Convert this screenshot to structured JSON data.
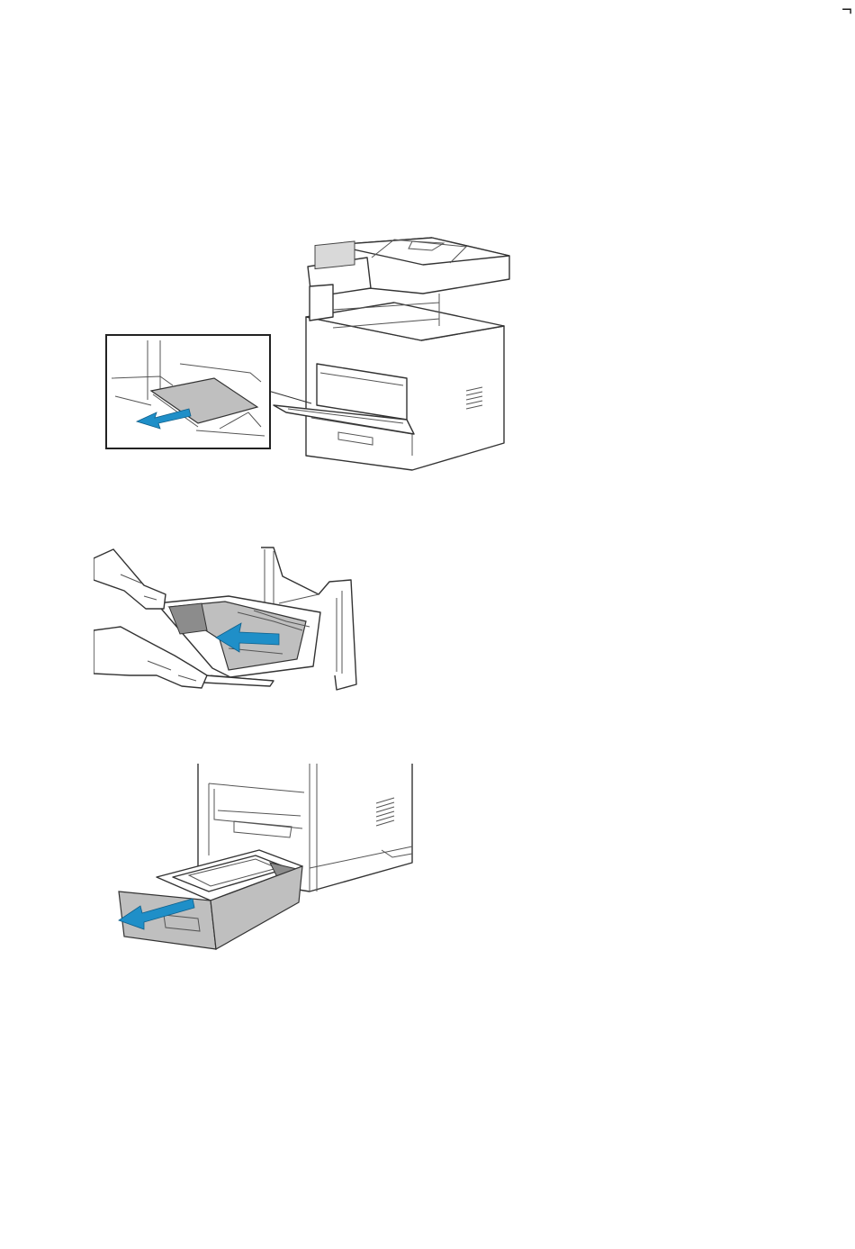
{
  "page": {
    "corner_mark": "¬"
  },
  "colors": {
    "arrow": "#1f8fc8",
    "line_art": "#333333",
    "tray_fill": "#bfbfbf"
  },
  "illustrations": [
    {
      "name": "bypass-tray-paper-removal",
      "icon": "printer-with-bypass-tray-inset"
    },
    {
      "name": "bypass-tray-pull-out",
      "icon": "hands-removing-bypass-tray"
    },
    {
      "name": "paper-tray-pull-out",
      "icon": "printer-paper-tray-drawer"
    }
  ]
}
